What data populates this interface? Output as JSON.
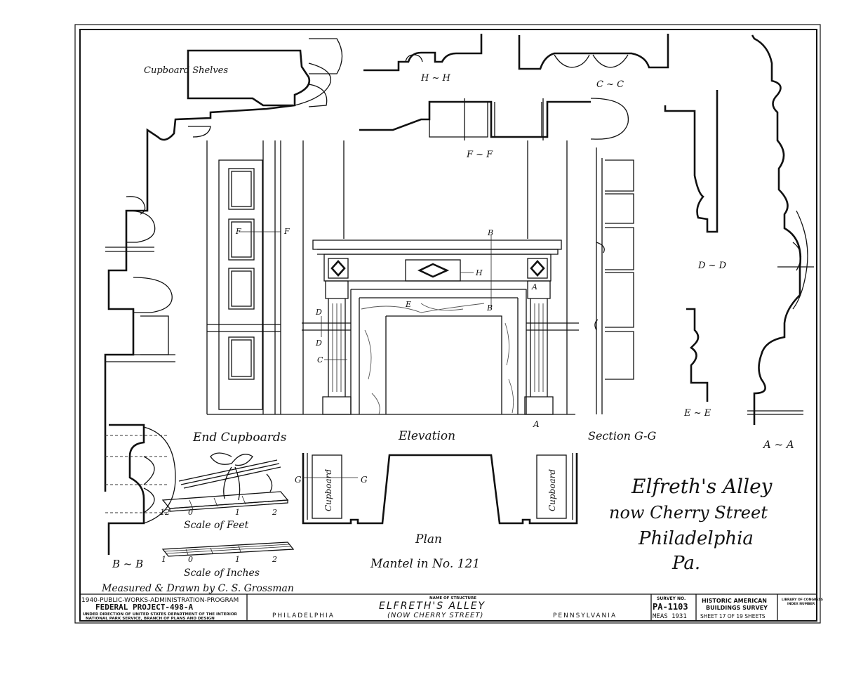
{
  "drawing": {
    "cupboard_shelves": "Cupboard Shelves",
    "label_hh": "H ~ H",
    "label_cc": "C ~ C",
    "label_ff": "F ~ F",
    "label_dd": "D ~ D",
    "label_ee": "E ~ E",
    "label_aa": "A ~ A",
    "label_bb": "B ~ B",
    "mark_f": "F",
    "mark_b": "B",
    "mark_h": "H",
    "mark_a": "A",
    "mark_e": "E",
    "mark_d": "D",
    "mark_c": "C",
    "mark_g": "G",
    "end_cupboards": "End Cupboards",
    "elevation": "Elevation",
    "section_gg": "Section G-G",
    "plan": "Plan",
    "cupboard_word": "Cupboard",
    "mantel_title": "Mantel in No. 121",
    "scale_feet": "Scale of Feet",
    "scale_inches": "Scale of Inches",
    "feet_ticks": [
      "12",
      "0",
      "1",
      "2"
    ],
    "inch_ticks": [
      "1",
      "0",
      "1",
      "2"
    ],
    "location_lines": [
      "Elfreth's Alley",
      "now Cherry Street",
      "Philadelphia",
      "Pa."
    ],
    "measured_by": "Measured & Drawn by C. S. Grossman"
  },
  "title_block": {
    "program_line1": "1940-PUBLIC-WORKS-ADMINISTRATION-PROGRAM",
    "program_line2": "FEDERAL PROJECT-498-A",
    "program_line3": "UNDER DIRECTION OF UNITED STATES DEPARTMENT OF THE INTERIOR",
    "program_line4": "NATIONAL PARK SERVICE, BRANCH OF PLANS AND DESIGN",
    "name_of_structure_label": "NAME OF STRUCTURE",
    "structure_name": "ELFRETH'S ALLEY",
    "structure_sub": "(NOW CHERRY STREET)",
    "city": "PHILADELPHIA",
    "state": "PENNSYLVANIA",
    "survey_no_label": "SURVEY NO.",
    "survey_no": "PA-1103",
    "meas": "MEAS 1931",
    "habs_line1": "HISTORIC AMERICAN",
    "habs_line2": "BUILDINGS SURVEY",
    "sheet_text": "SHEET 17 OF 19 SHEETS",
    "loc_line1": "LIBRARY OF CONGRESS",
    "loc_line2": "INDEX NUMBER"
  }
}
